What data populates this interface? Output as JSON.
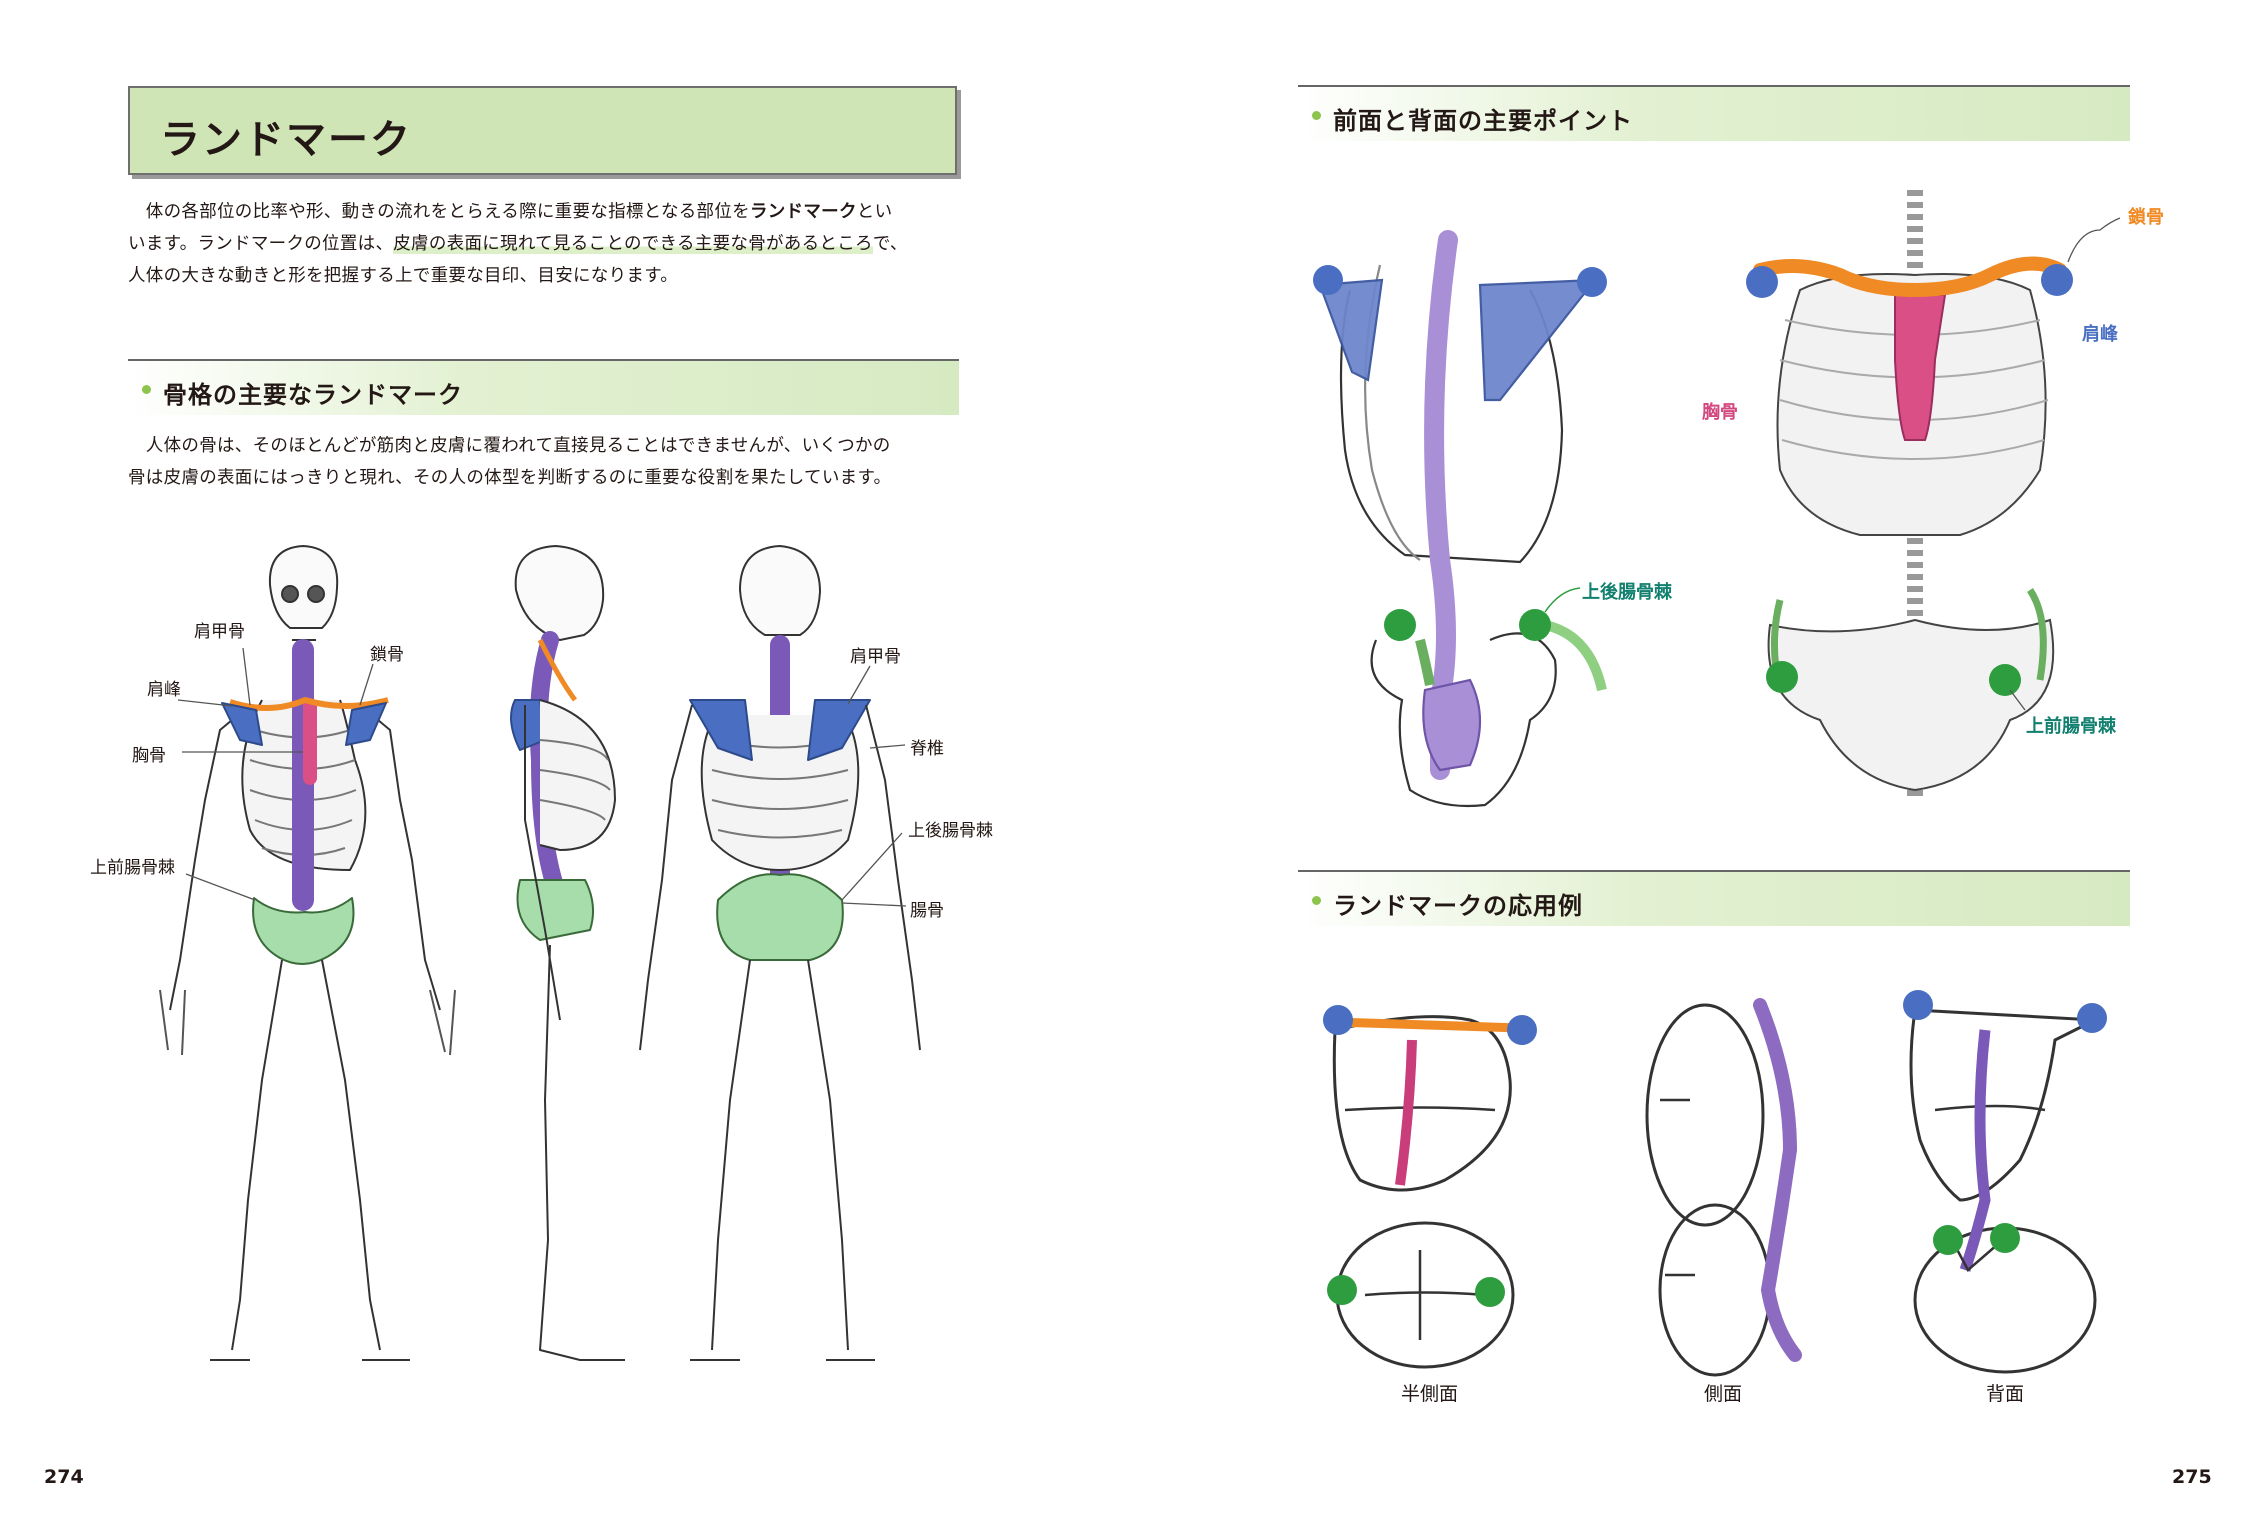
{
  "left_page": {
    "title": "ランドマーク",
    "intro": {
      "p1_a": "　体の各部位の比率や形、動きの流れをとらえる際に重要な指標となる部位を",
      "p1_bold": "ランドマーク",
      "p1_b": "とい",
      "p2_a": "います。ランドマークの位置は、",
      "p2_hl": "皮膚の表面に現れて見ることのできる主要な骨があるところ",
      "p2_b": "で、",
      "p3": "人体の大きな動きと形を把握する上で重要な目印、目安になります。"
    },
    "section1": {
      "title": "骨格の主要なランドマーク",
      "p1": "　人体の骨は、そのほとんどが筋肉と皮膚に覆われて直接見ることはできませんが、いくつかの",
      "p2": "骨は皮膚の表面にはっきりと現れ、その人の体型を判断するのに重要な役割を果たしています。"
    },
    "skeleton_labels": {
      "scapula_front": "肩甲骨",
      "clavicle": "鎖骨",
      "acromion": "肩峰",
      "sternum": "胸骨",
      "asis": "上前腸骨棘",
      "scapula_back": "肩甲骨",
      "spine": "脊椎",
      "psis": "上後腸骨棘",
      "ilium": "腸骨"
    },
    "page_number": "274"
  },
  "right_page": {
    "section2": {
      "title": "前面と背面の主要ポイント",
      "label_psis": "上後腸骨棘",
      "label_clavicle": "鎖骨",
      "label_acromion": "肩峰",
      "label_sternum": "胸骨",
      "label_asis": "上前腸骨棘"
    },
    "section3": {
      "title": "ランドマークの応用例",
      "captions": [
        "半側面",
        "側面",
        "背面"
      ]
    },
    "page_number": "275"
  },
  "colors": {
    "title_bg": "#cfe5b6",
    "clavicle": "#f08a24",
    "acromion": "#4a6fc2",
    "sternum": "#d2487f",
    "pelvis": "#9ed89a",
    "spine": "#8d6bc0",
    "landmark_green": "#2e9d3f",
    "label_teal": "#12806f"
  }
}
